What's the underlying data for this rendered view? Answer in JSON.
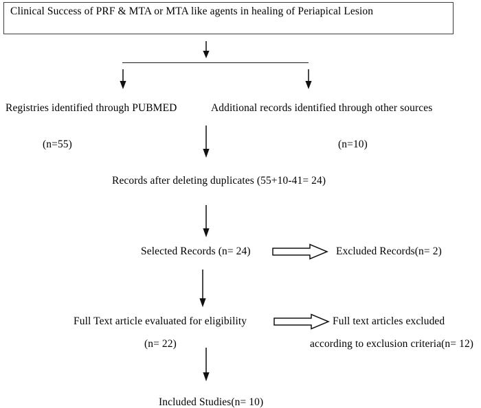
{
  "diagram": {
    "type": "prisma-flow-diagram",
    "title_box": {
      "text": "Clinical Success of PRF & MTA or MTA like agents in healing of Periapical Lesion"
    },
    "identification": {
      "left_source_label": "Registries identified through PUBMED",
      "left_source_count": "(n=55)",
      "right_source_label": "Additional records identified through other sources",
      "right_source_count": "(n=10)"
    },
    "screening": {
      "duplicates_label": "Records after deleting duplicates (55+10-41= 24)",
      "selected_records_label": "Selected Records (n= 24)",
      "excluded_records_label": "Excluded Records(n= 2)"
    },
    "eligibility": {
      "full_text_label": "Full Text article evaluated for eligibility",
      "full_text_count": "(n=   22)",
      "excluded_articles_label": "Full text articles excluded",
      "excluded_articles_reason": "according to exclusion criteria(n= 12)"
    },
    "included": {
      "included_studies_label": "Included Studies(n=  10)"
    },
    "icons": {
      "down_arrow": "arrow-down-icon",
      "block_arrow_right": "block-arrow-right-icon",
      "split_connector": "split-connector-line"
    },
    "colors": {
      "stroke": "#1a1a1a",
      "box_border": "#3d3d3d",
      "background": "#ffffff",
      "text": "#000000"
    }
  }
}
